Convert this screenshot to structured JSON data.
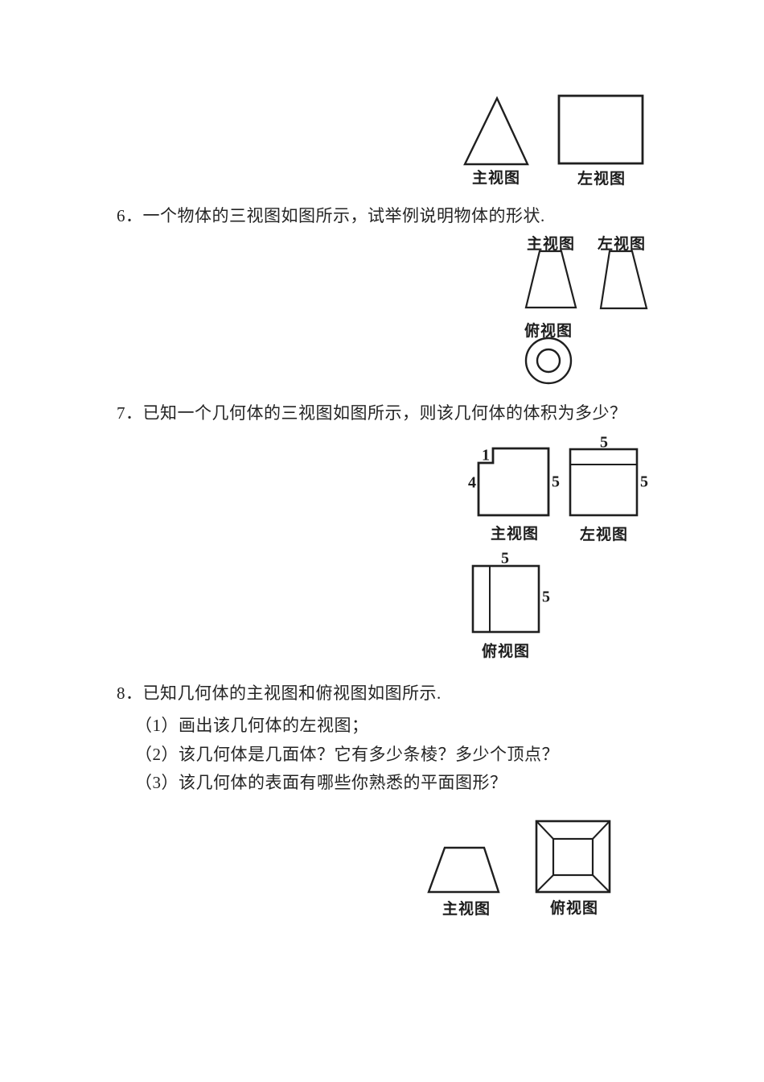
{
  "page": {
    "background": "#ffffff",
    "ink": "#1f1f1f"
  },
  "figure5": {
    "front_view_label": "主视图",
    "left_view_label": "左视图"
  },
  "q6": {
    "question_text": "6．一个物体的三视图如图所示，试举例说明物体的形状.",
    "front_view_label": "主视图",
    "left_view_label": "左视图",
    "top_view_label": "俯视图"
  },
  "q7": {
    "question_text": "7．已知一个几何体的三视图如图所示，则该几何体的体积为多少？",
    "front_view": {
      "label": "主视图",
      "dim_notch": "1",
      "dim_left": "4",
      "dim_right": "5"
    },
    "left_view": {
      "label": "左视图",
      "dim_top": "5",
      "dim_right": "5"
    },
    "top_view": {
      "label": "俯视图",
      "dim_top": "5",
      "dim_right": "5"
    }
  },
  "q8": {
    "question_text": "8．已知几何体的主视图和俯视图如图所示.",
    "items": [
      "（1）画出该几何体的左视图；",
      "（2）该几何体是几面体？它有多少条棱？多少个顶点？",
      "（3）该几何体的表面有哪些你熟悉的平面图形？"
    ],
    "front_view_label": "主视图",
    "top_view_label": "俯视图"
  }
}
